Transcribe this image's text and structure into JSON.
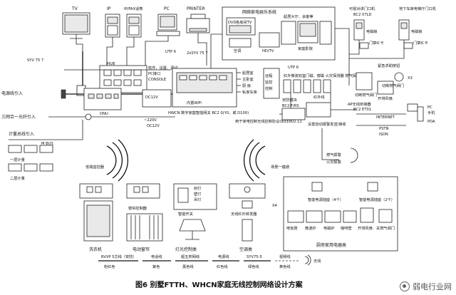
{
  "caption": "图6 别墅FTTH、WHCN家庭无线控制网络设计方案",
  "watermark": "弱电行业网",
  "devices": {
    "tv": "TV",
    "ip": "IP",
    "ipfax": "IP/FAX话筒",
    "pc": "PC",
    "printer": "PRINTER",
    "ent_title": "网络家电娱乐系统",
    "dvd": "DVD",
    "ent_sub": "各房间TV",
    "ent_zone": "起居大厅、会客等",
    "aircon": "空调",
    "hdtv": "HD/TV",
    "home_screen": "家庭影院",
    "intercom_title": "可视对讲门口机",
    "intercom_model": "BC2 07LD",
    "lock1": "电磁锁",
    "door1": "门禁IC卡",
    "garage_title": "地下车库电梯厅门口机",
    "lock2": "电磁锁",
    "door2": "门禁IC卡"
  },
  "labels": {
    "utp6_top": "UTP 6",
    "utp6_mid": "UTP 6",
    "syv_right": "2xSYV 75 7",
    "syv_left": "SYV 75 7",
    "hub": "HUB",
    "software": "软件、设置、调试",
    "pc_port": "PC接口",
    "console": "CONSOLE",
    "cable_in": "电源线引入",
    "fiber_in": "三网合一光纤引入",
    "onu": "ONU",
    "power_lbl": "~220V",
    "dc12": "DC12V",
    "wifi_zone": "内置WiFi",
    "dc12b": "DC12V",
    "room1": "起居室",
    "room2": "主卧室",
    "room3": "厨 房",
    "room4": "私家车库",
    "security1": "远程",
    "security2": "监控",
    "security3": "控制",
    "gateway": "HWCN 数字家庭智能网关 BC2 0(Y0、或 D100)",
    "wireless_proto": "用于家电控制无线控制协议(IEEE802.11",
    "ir_detector": "红外微波双鉴门磁、窗磁 火灾探测器 燃气探测器",
    "emergency": "紧急求助按钮",
    "sensor_mod": "安防模块",
    "sensor_model": "BC2 F/RS",
    "fire_sensor": "红外线",
    "cut_gas": "切断燃气阀门",
    "alarm_exit": "开排风扇",
    "cut_gas2": "切断燃气阀门",
    "x3": "X3",
    "ap_switch": "AP无线桥接器",
    "ap_switch2": "BC2 ET01",
    "alarm_set": "设置自动报警发送/接收",
    "internet": "INTERNET",
    "pstn": "PSTN",
    "isdn": "ISDN",
    "pc_phone1": "PC",
    "pc_phone2": "手机",
    "pda": "PDA",
    "meter_in": "计量总线引入",
    "meter_bus": "M BUS",
    "floor1": "一层计量",
    "floor2": "二层计量",
    "gas_alarm": "燃气报警",
    "fire_alarm": "火灾报警",
    "cam_left": "低端监控器",
    "cam_right": "场景一键通",
    "x4": "X4"
  },
  "appliances": [
    {
      "name": "洗衣机"
    },
    {
      "name": "电动窗帘",
      "sub": "窗帘控制器"
    },
    {
      "name": "灯光控制类",
      "sub": "智能开关"
    },
    {
      "name": "空调类",
      "sub": "无线红外转发器"
    },
    {
      "name": "厨房家用电器类",
      "sub": "智能电源插座（4个）"
    }
  ],
  "lights": [
    "射灯",
    "壁灯",
    "吊灯"
  ],
  "kitchen_items": [
    "电饭煲",
    "微波炉",
    "电磁炉",
    "咖啡壶",
    "开排风扇",
    "关燃气阀门"
  ],
  "kitchen_sub2": "智能电源插座（2个）",
  "legend": [
    {
      "code": "RVVP 5芯线（安防）",
      "color": "粉红色"
    },
    {
      "code": "电话线",
      "color": "紫色"
    },
    {
      "code": "超五类网线",
      "color": "黑色线"
    },
    {
      "code": "电源线",
      "color": "红色线"
    },
    {
      "code": "SYV75-5",
      "color": "绿色线"
    },
    {
      "code": "视频线",
      "color": "黄色线"
    },
    {
      "code": "无线",
      "color": ""
    }
  ]
}
